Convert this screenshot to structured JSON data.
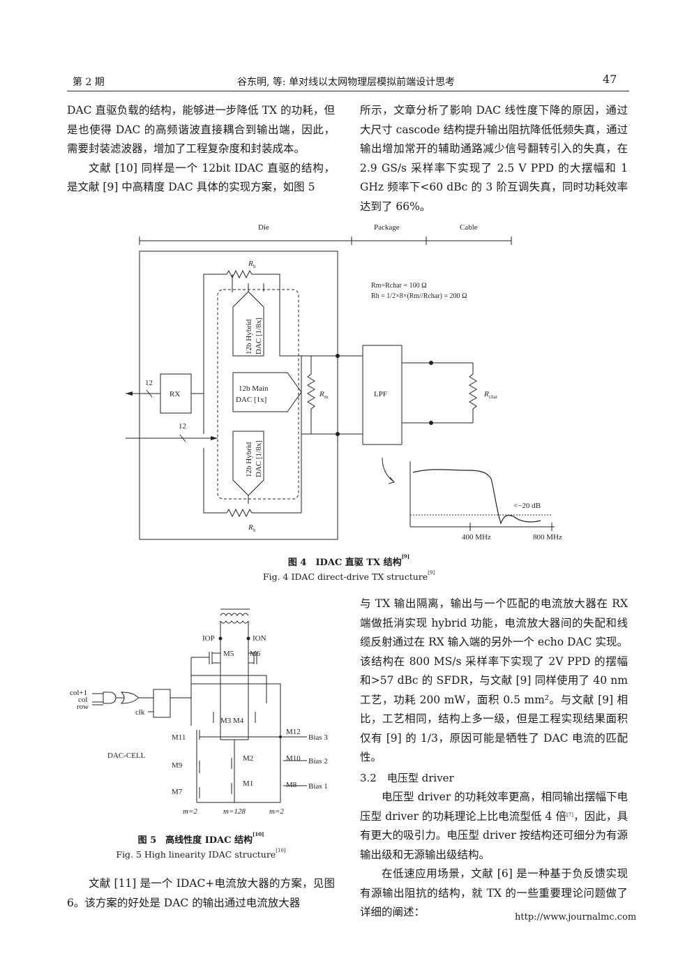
{
  "header": {
    "issue": "第 2 期",
    "title": "谷东明, 等: 单对线以太网物理层模拟前端设计思考",
    "page_number": "47"
  },
  "left_col_top": {
    "p1": "DAC 直驱负载的结构，能够进一步降低 TX 的功耗，但是也使得 DAC 的高频谐波直接耦合到输出端，因此，需要封装滤波器，增加了工程复杂度和封装成本。",
    "p2": "文献 [10] 同样是一个 12bit IDAC 直驱的结构，是文献 [9] 中高精度 DAC 具体的实现方案，如图 5"
  },
  "right_col_top": {
    "p1": "所示，文章分析了影响 DAC 线性度下降的原因，通过大尺寸 cascode 结构提升输出阻抗降低低频失真，通过输出增加常开的辅助通路减少信号翻转引入的失真，在 2.9 GS/s 采样率下实现了 2.5 V PPD 的大摆幅和 1 GHz 频率下<60 dBc 的 3 阶互调失真，同时功耗效率达到了 66%。"
  },
  "figure4": {
    "labels": {
      "die": "Die",
      "package": "Package",
      "cable": "Cable",
      "rh": "R",
      "rh_sub": "h",
      "eq1": "Rm=Rchar = 100 Ω",
      "eq2": "Rh = 1/2×8×(Rm//Rchar) = 200 Ω",
      "hybrid": "12b Hybrid",
      "hybrid2": "DAC [1/8x]",
      "main": "12b Main",
      "main2": "DAC [1x]",
      "rx": "RX",
      "bits": "12",
      "rm": "R",
      "rm_sub": "m",
      "lpf": "LPF",
      "rchar": "R",
      "rchar_sub": "char",
      "db": "<−20 dB",
      "f1": "400 MHz",
      "f2": "800 MHz"
    },
    "caption_cn": "图 4　IDAC 直驱 TX 结构",
    "caption_en": "Fig. 4 IDAC direct-drive TX structure",
    "ref": "[9]"
  },
  "figure5": {
    "labels": {
      "iop": "IOP",
      "ion": "ION",
      "m5": "M5",
      "m6": "M6",
      "m34": "M3 M4",
      "col1": "col+1",
      "col": "col",
      "row": "row",
      "clk": "clk",
      "m11": "M11",
      "m12": "M12",
      "bias3": "Bias 3",
      "dac_cell": "DAC-CELL",
      "m9": "M9",
      "m2": "M2",
      "m10": "M10",
      "bias2": "Bias 2",
      "m7": "M7",
      "m1": "M1",
      "m8": "M8",
      "bias1": "Bias 1",
      "m2x": "m=2",
      "m128": "m=128",
      "m2y": "m=2"
    },
    "caption_cn": "图 5　高线性度 IDAC 结构",
    "caption_en": "Fig. 5 High linearity IDAC structure",
    "ref": "[10]"
  },
  "left_col_bottom": {
    "p1": "文献 [11] 是一个 IDAC+电流放大器的方案，见图 6。该方案的好处是 DAC 的输出通过电流放大器"
  },
  "right_col_bottom": {
    "p1": "与 TX 输出隔离，输出与一个匹配的电流放大器在 RX 端做抵消实现 hybrid 功能，电流放大器间的失配和线缆反射通过在 RX 输入端的另外一个 echo DAC 实现。该结构在 800 MS/s 采样率下实现了 2V PPD 的摆幅和>57 dBc 的 SFDR，与文献 [9] 同样使用了 40 nm 工艺，功耗 200 mW，面积 0.5 mm²。与文献 [9] 相比，工艺相同，结构上多一级，但是工程实现结果面积仅有 [9] 的 1/3，原因可能是牺牲了 DAC 电流的匹配性。",
    "section": "3.2　电压型 driver",
    "p2": "电压型 driver 的功耗效率更高，相同输出摆幅下电压型 driver 的功耗理论上比电流型低 4 倍",
    "p2_ref": "[7]",
    "p2_rest": "，因此，具有更大的吸引力。电压型 driver 按结构还可细分为有源输出级和无源输出级结构。",
    "p3": "在低速应用场景，文献 [6] 是一种基于负反馈实现有源输出阻抗的结构，就 TX 的一些重要理论问题做了详细的阐述："
  },
  "footer": {
    "url": "http://www.journalmc.com"
  }
}
